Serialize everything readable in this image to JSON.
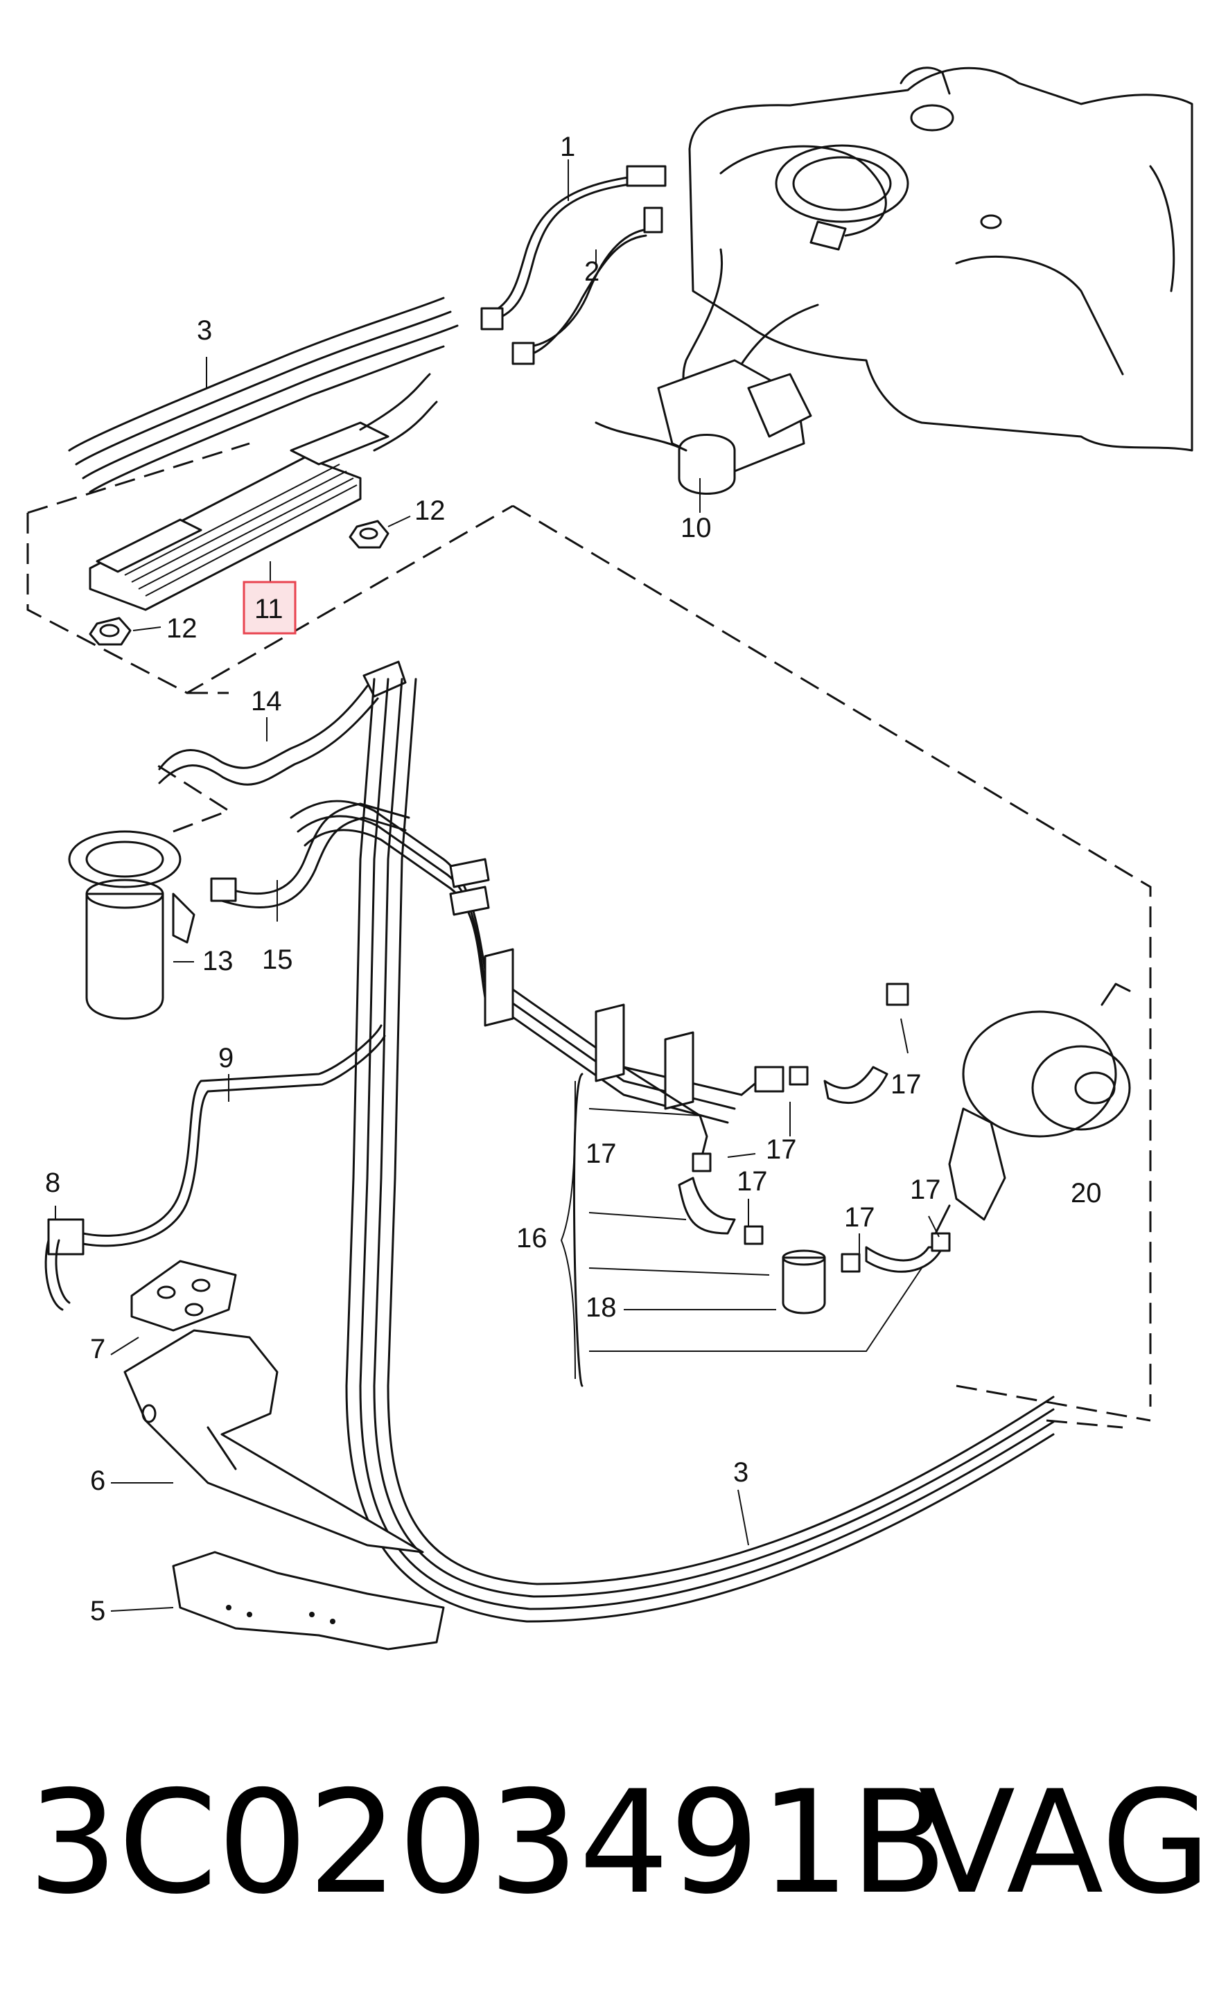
{
  "callouts": [
    {
      "id": "c1",
      "text": "1"
    },
    {
      "id": "c2",
      "text": "2"
    },
    {
      "id": "c3a",
      "text": "3"
    },
    {
      "id": "c3b",
      "text": "3"
    },
    {
      "id": "c5",
      "text": "5"
    },
    {
      "id": "c6",
      "text": "6"
    },
    {
      "id": "c7",
      "text": "7"
    },
    {
      "id": "c8",
      "text": "8"
    },
    {
      "id": "c9",
      "text": "9"
    },
    {
      "id": "c10",
      "text": "10"
    },
    {
      "id": "c11",
      "text": "11"
    },
    {
      "id": "c12a",
      "text": "12"
    },
    {
      "id": "c12b",
      "text": "12"
    },
    {
      "id": "c13",
      "text": "13"
    },
    {
      "id": "c14",
      "text": "14"
    },
    {
      "id": "c15",
      "text": "15"
    },
    {
      "id": "c16",
      "text": "16"
    },
    {
      "id": "c17a",
      "text": "17"
    },
    {
      "id": "c17b",
      "text": "17"
    },
    {
      "id": "c17c",
      "text": "17"
    },
    {
      "id": "c17d",
      "text": "17"
    },
    {
      "id": "c17e",
      "text": "17"
    },
    {
      "id": "c17f",
      "text": "17"
    },
    {
      "id": "c18",
      "text": "18"
    },
    {
      "id": "c20",
      "text": "20"
    }
  ],
  "highlight": {
    "callout": "11",
    "color": "#e8434f",
    "fill": "#fbe3e5"
  },
  "part_number": "3C0203491B",
  "brand": "VAG"
}
